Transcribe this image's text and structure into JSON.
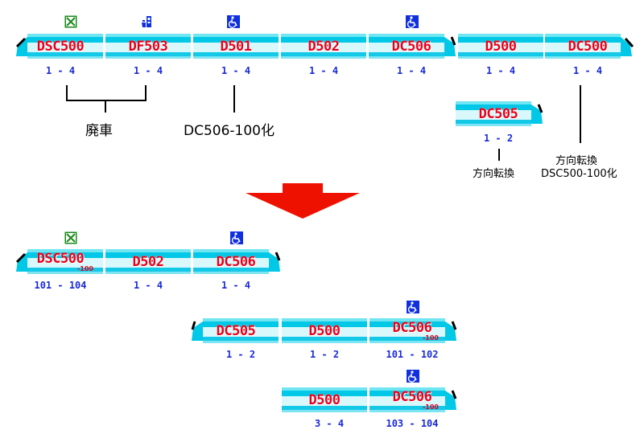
{
  "colors": {
    "car_name": "#e8001a",
    "number": "#1a2ad8",
    "car_light": "#d9f8fb",
    "car_cyan": "#00c8e6",
    "arrow": "#ee1100",
    "icon_green": "#1a8a1a",
    "icon_blue": "#1030e0"
  },
  "before": {
    "main_train": [
      {
        "name": "DSC500",
        "numbers": "1 - 4",
        "icon": "cross-box-icon"
      },
      {
        "name": "DF503",
        "numbers": "1 - 4",
        "icon": "vending-icon"
      },
      {
        "name": "D501",
        "numbers": "1 - 4",
        "icon": "wheelchair-icon"
      },
      {
        "name": "D502",
        "numbers": "1 - 4",
        "icon": ""
      },
      {
        "name": "DC506",
        "numbers": "1 - 4",
        "icon": "wheelchair-icon"
      },
      {
        "name": "D500",
        "numbers": "1 - 4",
        "icon": ""
      },
      {
        "name": "DC500",
        "numbers": "1 - 4",
        "icon": ""
      }
    ],
    "extra_car": {
      "name": "DC505",
      "numbers": "1 - 2"
    },
    "notes": {
      "scrap": "廃車",
      "to_dc506_100": "DC506-100化",
      "dc505_note": "方向転換",
      "dc500_note_line1": "方向転換",
      "dc500_note_line2": "DSC500-100化"
    }
  },
  "after": {
    "train_a": [
      {
        "name": "DSC500",
        "sub": "-100",
        "numbers": "101 - 104",
        "icon": "cross-box-icon"
      },
      {
        "name": "D502",
        "sub": "",
        "numbers": "1 - 4",
        "icon": ""
      },
      {
        "name": "DC506",
        "sub": "",
        "numbers": "1 - 4",
        "icon": "wheelchair-icon"
      }
    ],
    "train_b": [
      {
        "name": "DC505",
        "sub": "",
        "numbers": "1 - 2",
        "icon": ""
      },
      {
        "name": "D500",
        "sub": "",
        "numbers": "1 - 2",
        "icon": ""
      },
      {
        "name": "DC506",
        "sub": "-100",
        "numbers": "101 - 102",
        "icon": "wheelchair-icon"
      }
    ],
    "train_c": [
      {
        "name": "D500",
        "sub": "",
        "numbers": "3 - 4",
        "icon": ""
      },
      {
        "name": "DC506",
        "sub": "-100",
        "numbers": "103 - 104",
        "icon": "wheelchair-icon"
      }
    ]
  }
}
